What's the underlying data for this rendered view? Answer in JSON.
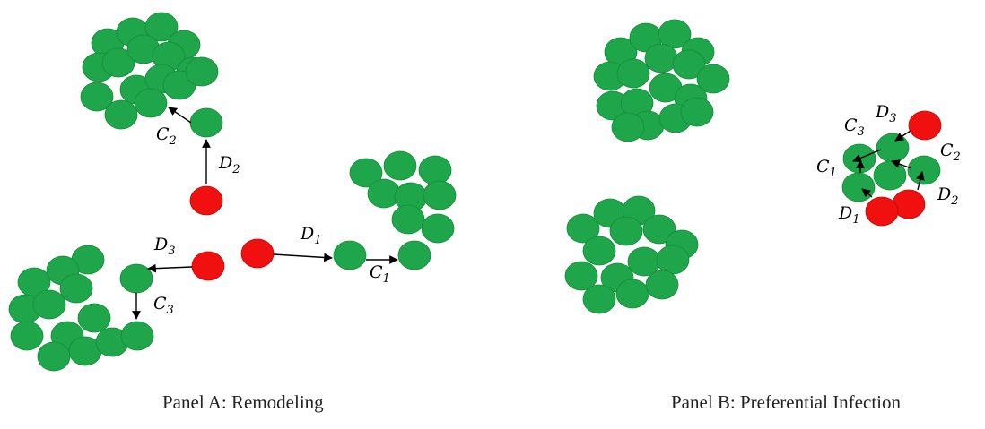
{
  "colors": {
    "healthy": "#1fa64a",
    "healthy_edge": "#168a3a",
    "infected": "#f01010",
    "infected_edge": "#c40808",
    "arrow": "#000000"
  },
  "panel_a": {
    "caption": "Panel A: Remodeling",
    "labels": [
      {
        "base": "C",
        "sub": "2"
      },
      {
        "base": "D",
        "sub": "2"
      },
      {
        "base": "D",
        "sub": "1"
      },
      {
        "base": "C",
        "sub": "1"
      },
      {
        "base": "D",
        "sub": "3"
      },
      {
        "base": "C",
        "sub": "3"
      }
    ]
  },
  "panel_b": {
    "caption": "Panel B: Preferential Infection",
    "labels": [
      {
        "base": "C",
        "sub": "3"
      },
      {
        "base": "D",
        "sub": "3"
      },
      {
        "base": "C",
        "sub": "2"
      },
      {
        "base": "C",
        "sub": "1"
      },
      {
        "base": "D",
        "sub": "2"
      },
      {
        "base": "D",
        "sub": "1"
      }
    ]
  }
}
